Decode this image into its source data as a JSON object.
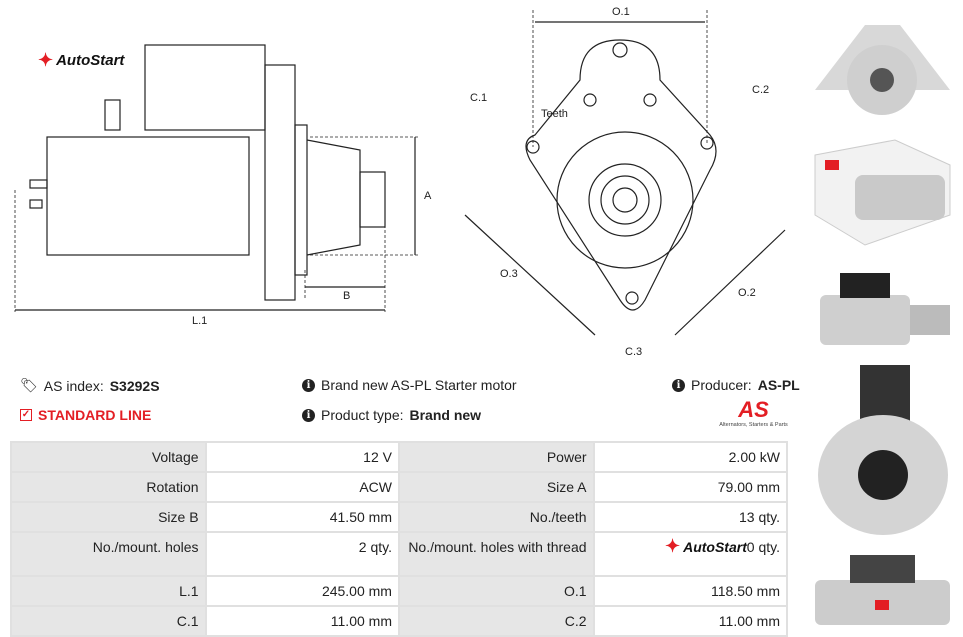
{
  "brand_logo": "AutoStart",
  "drawing_labels": {
    "length": "L.1",
    "size_a": "A",
    "size_b": "B",
    "o1": "O.1",
    "o2": "O.2",
    "o3": "O.3",
    "c1": "C.1",
    "c2": "C.2",
    "c3": "C.3",
    "teeth": "Teeth"
  },
  "info": {
    "as_index_label": "AS index:",
    "as_index_value": "S3292S",
    "line": "STANDARD LINE",
    "description": "Brand new AS-PL Starter motor",
    "product_type_label": "Product type:",
    "product_type_value": "Brand new",
    "producer_label": "Producer:",
    "producer_value": "AS-PL",
    "producer_logo": "AS",
    "producer_tagline": "Alternators, Starters & Parts"
  },
  "specs": [
    {
      "l1": "Voltage",
      "v1": "12 V",
      "l2": "Power",
      "v2": "2.00 kW"
    },
    {
      "l1": "Rotation",
      "v1": "ACW",
      "l2": "Size A",
      "v2": "79.00 mm"
    },
    {
      "l1": "Size B",
      "v1": "41.50 mm",
      "l2": "No./teeth",
      "v2": "13 qty."
    },
    {
      "l1": "No./mount. holes",
      "v1": "2 qty.",
      "l2": "No./mount. holes with thread",
      "v2": "0 qty."
    },
    {
      "l1": "L.1",
      "v1": "245.00 mm",
      "l2": "O.1",
      "v2": "118.50 mm"
    },
    {
      "l1": "C.1",
      "v1": "11.00 mm",
      "l2": "C.2",
      "v2": "11.00 mm"
    }
  ],
  "colors": {
    "accent": "#e31e24",
    "label_bg": "#e6e6e6"
  }
}
